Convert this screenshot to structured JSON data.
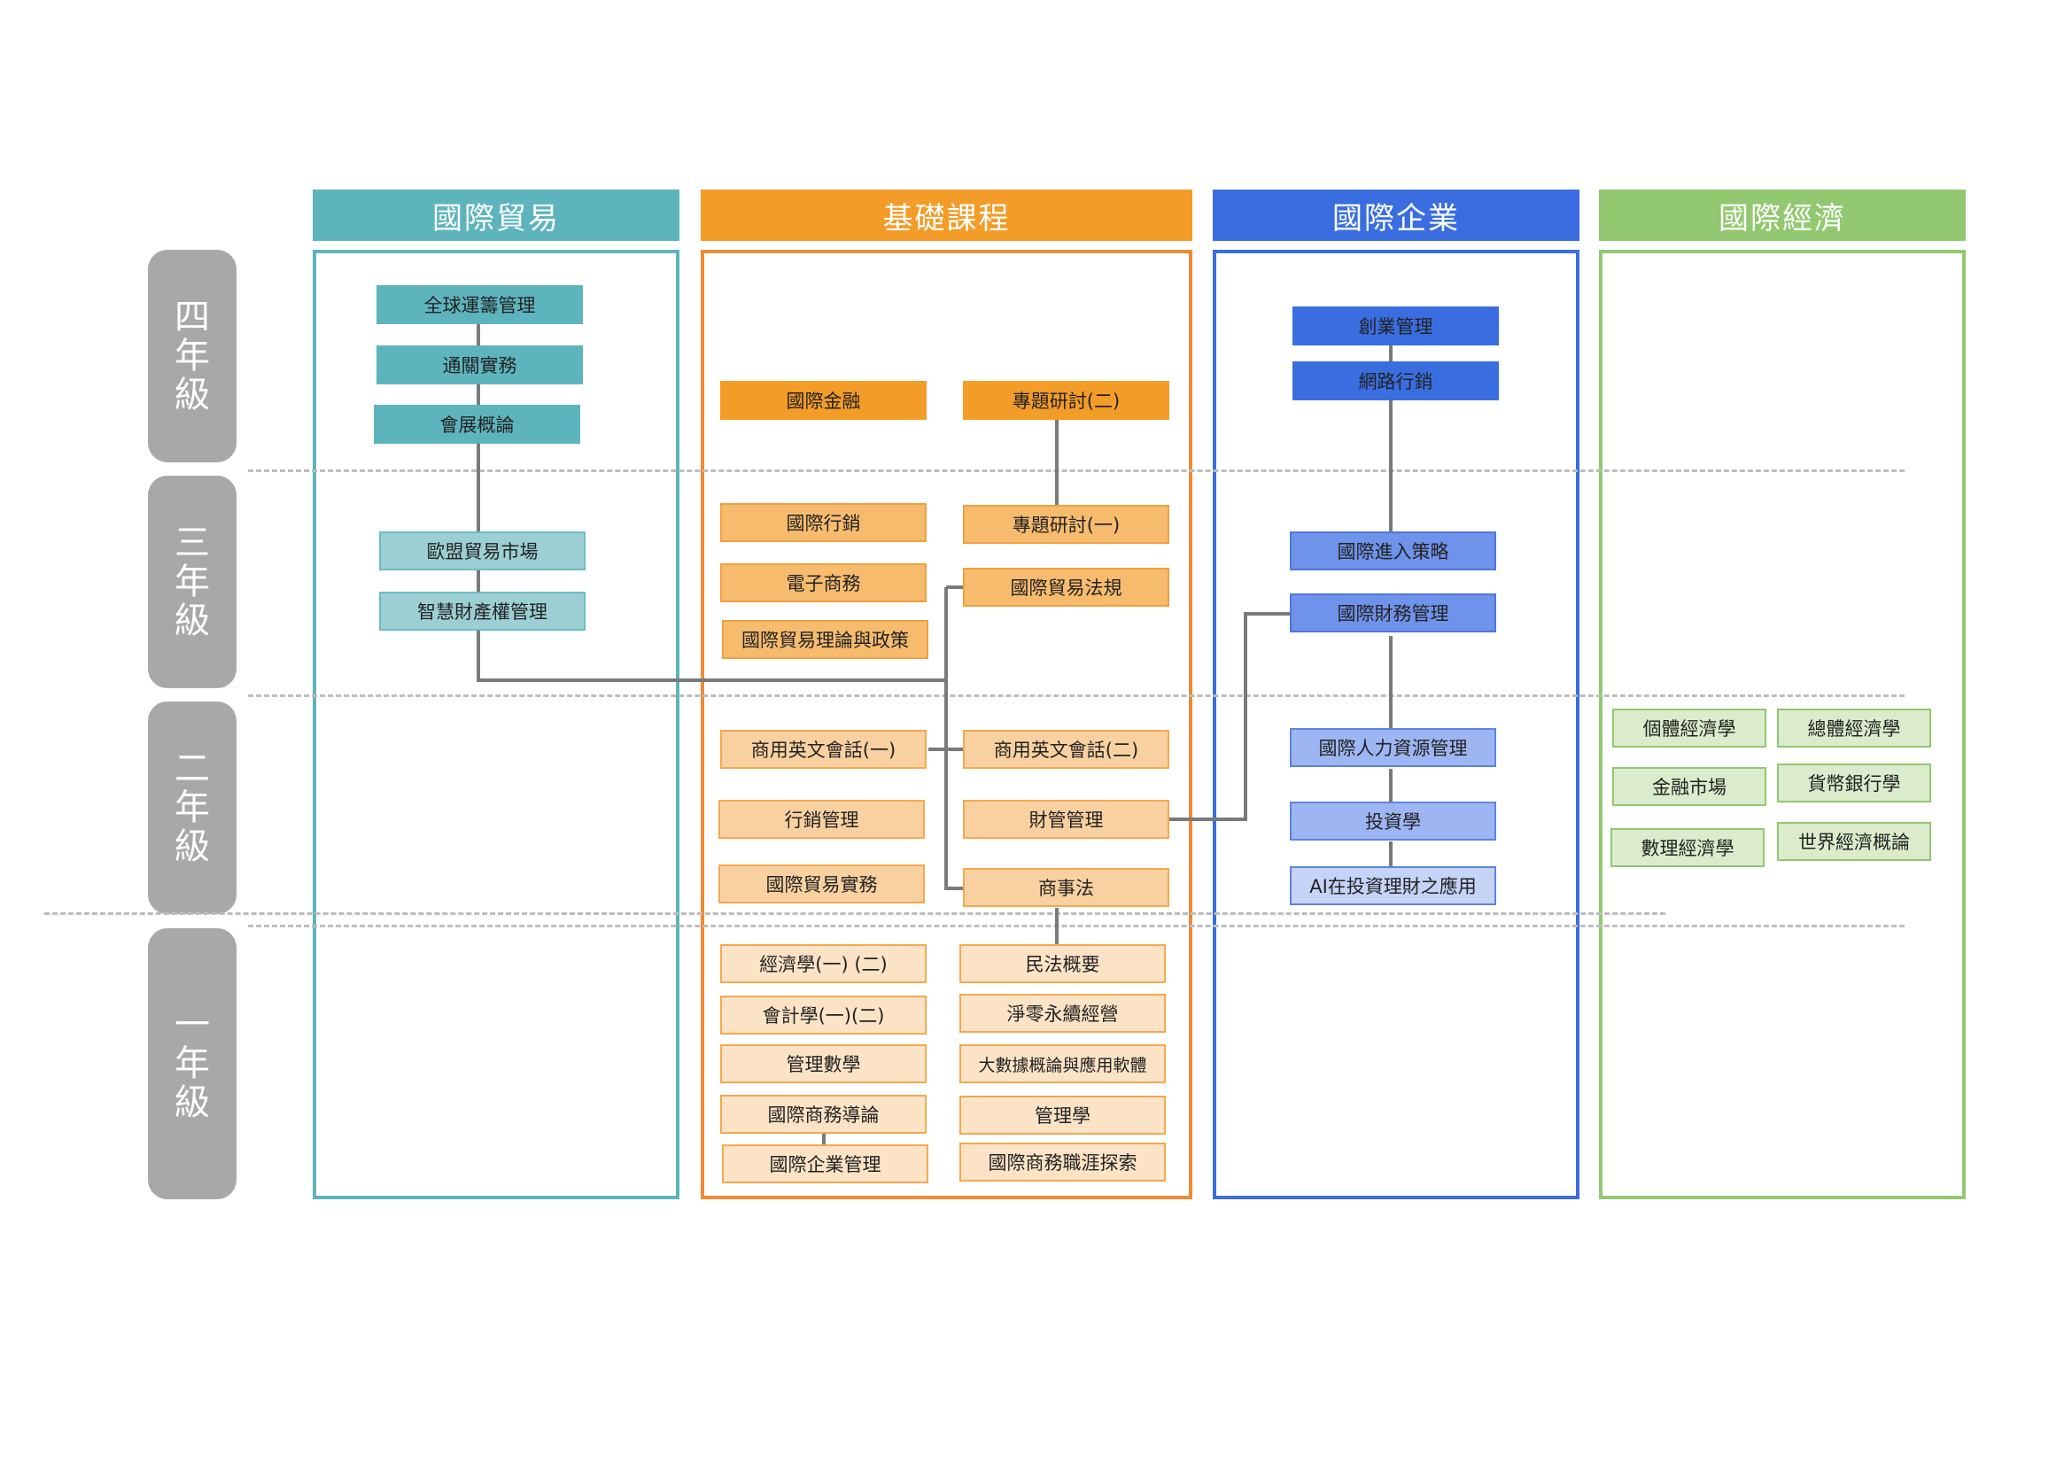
{
  "columns": [
    {
      "label": "國際貿易",
      "color": "#5eb4bd"
    },
    {
      "label": "基礎課程",
      "color": "#f39c27"
    },
    {
      "label": "國際企業",
      "color": "#3a6ee0"
    },
    {
      "label": "國際經濟",
      "color": "#92c86f"
    }
  ],
  "years": [
    {
      "chars": [
        "四",
        "年",
        "級"
      ]
    },
    {
      "chars": [
        "三",
        "年",
        "級"
      ]
    },
    {
      "chars": [
        "二",
        "年",
        "級"
      ]
    },
    {
      "chars": [
        "一",
        "年",
        "級"
      ]
    }
  ],
  "courses": {
    "trade": [
      "全球運籌管理",
      "通關實務",
      "會展概論",
      "歐盟貿易市場",
      "智慧財產權管理"
    ],
    "basic_left": [
      "國際金融",
      "國際行銷",
      "電子商務",
      "國際貿易理論與政策",
      "商用英文會話(一)",
      "行銷管理",
      "國際貿易實務",
      "經濟學(一) (二)",
      "會計學(一)(二)",
      "管理數學",
      "國際商務導論",
      "國際企業管理"
    ],
    "basic_right": [
      "專題研討(二)",
      "專題研討(一)",
      "國際貿易法規",
      "商用英文會話(二)",
      "財管管理",
      "商事法",
      "民法概要",
      "淨零永續經營",
      "大數據概論與應用軟體",
      "管理學",
      "國際商務職涯探索"
    ],
    "business": [
      "創業管理",
      "網路行銷",
      "國際進入策略",
      "國際財務管理",
      "國際人力資源管理",
      "投資學",
      "AI在投資理財之應用"
    ],
    "economics": [
      "個體經濟學",
      "總體經濟學",
      "金融市場",
      "貨幣銀行學",
      "數理經濟學",
      "世界經濟概論"
    ]
  }
}
